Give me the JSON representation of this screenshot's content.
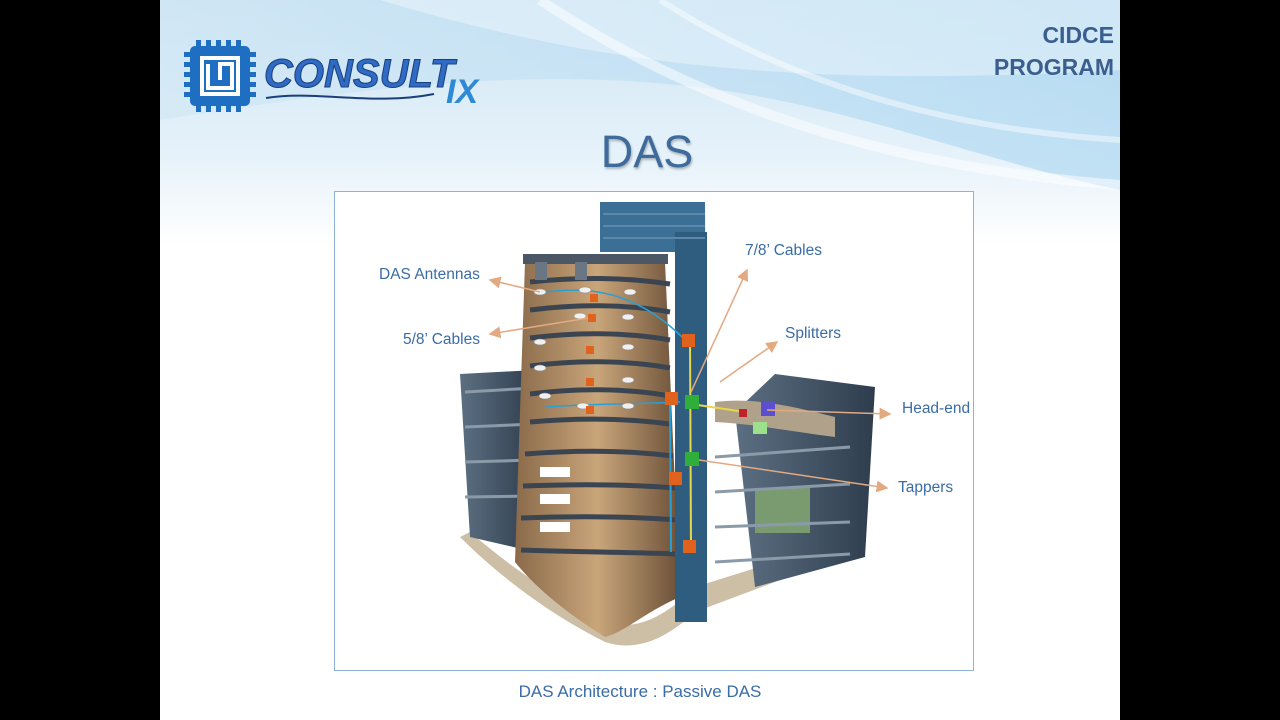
{
  "header": {
    "program_line1": "CIDCE",
    "program_line2": "PROGRAM",
    "logo_text_main": "CONSULT",
    "logo_text_sub": "IX"
  },
  "title": "DAS",
  "diagram": {
    "labels": {
      "das_antennas": "DAS Antennas",
      "cables_58": "5/8’ Cables",
      "cables_78": "7/8’ Cables",
      "splitters": "Splitters",
      "head_end": "Head-end",
      "tappers": "Tappers"
    }
  },
  "caption": "DAS Architecture : Passive DAS",
  "colors": {
    "accent_blue": "#3a6ca6",
    "title_blue": "#3f6b9c",
    "arrow": "#e3a981",
    "tapper_green": "#2fae3c",
    "splitter_orange": "#e0621c"
  }
}
